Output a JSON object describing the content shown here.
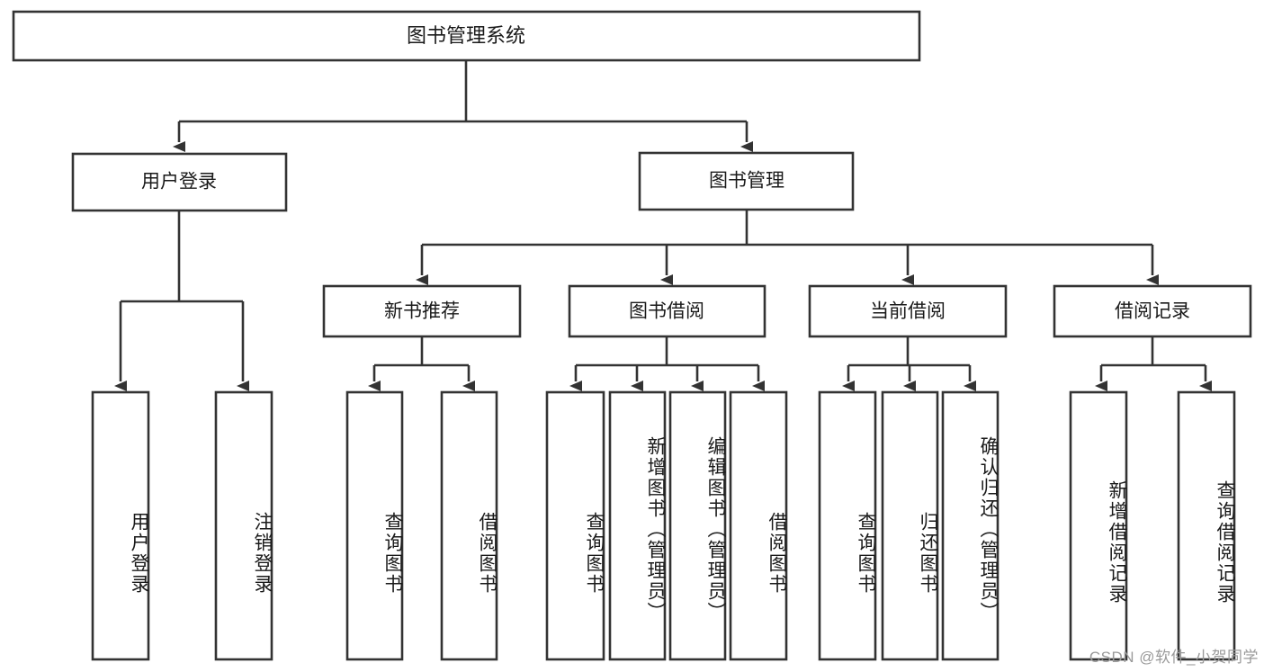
{
  "diagram": {
    "title": "图书管理系统",
    "watermark": "CSDN @软件_小贺同学",
    "style": {
      "background": "#ffffff",
      "box_fill": "#ffffff",
      "box_stroke": "#333333",
      "text_color": "#1a1a1a",
      "watermark_color": "#9a9a9a"
    },
    "root": {
      "id": "root",
      "label": "图书管理系统",
      "orientation": "horizontal"
    },
    "level1": [
      {
        "id": "user-login",
        "label": "用户登录",
        "orientation": "horizontal"
      },
      {
        "id": "book-manage",
        "label": "图书管理",
        "orientation": "horizontal"
      }
    ],
    "level2": [
      {
        "id": "new-book-recommend",
        "label": "新书推荐",
        "parent": "book-manage",
        "orientation": "horizontal"
      },
      {
        "id": "book-borrow",
        "label": "图书借阅",
        "parent": "book-manage",
        "orientation": "horizontal"
      },
      {
        "id": "current-borrow",
        "label": "当前借阅",
        "parent": "book-manage",
        "orientation": "horizontal"
      },
      {
        "id": "borrow-record",
        "label": "借阅记录",
        "parent": "book-manage",
        "orientation": "horizontal"
      }
    ],
    "leaves": [
      {
        "id": "leaf-user-login",
        "label": "用户登录",
        "parent": "user-login",
        "orientation": "vertical"
      },
      {
        "id": "leaf-logout-login",
        "label": "注销登录",
        "parent": "user-login",
        "orientation": "vertical"
      },
      {
        "id": "leaf-query-book-1",
        "label": "查询图书",
        "parent": "new-book-recommend",
        "orientation": "vertical"
      },
      {
        "id": "leaf-borrow-book-1",
        "label": "借阅图书",
        "parent": "new-book-recommend",
        "orientation": "vertical"
      },
      {
        "id": "leaf-query-book-2",
        "label": "查询图书",
        "parent": "book-borrow",
        "orientation": "vertical"
      },
      {
        "id": "leaf-add-book",
        "label": "新增图书（管理员）",
        "parent": "book-borrow",
        "orientation": "vertical"
      },
      {
        "id": "leaf-edit-book",
        "label": "编辑图书（管理员）",
        "parent": "book-borrow",
        "orientation": "vertical"
      },
      {
        "id": "leaf-borrow-book-2",
        "label": "借阅图书",
        "parent": "book-borrow",
        "orientation": "vertical"
      },
      {
        "id": "leaf-query-book-3",
        "label": "查询图书",
        "parent": "current-borrow",
        "orientation": "vertical"
      },
      {
        "id": "leaf-return-book",
        "label": "归还图书",
        "parent": "current-borrow",
        "orientation": "vertical"
      },
      {
        "id": "leaf-confirm-return",
        "label": "确认归还（管理员）",
        "parent": "current-borrow",
        "orientation": "vertical"
      },
      {
        "id": "leaf-add-record",
        "label": "新增借阅记录",
        "parent": "borrow-record",
        "orientation": "vertical"
      },
      {
        "id": "leaf-query-record",
        "label": "查询借阅记录",
        "parent": "borrow-record",
        "orientation": "vertical"
      }
    ]
  }
}
